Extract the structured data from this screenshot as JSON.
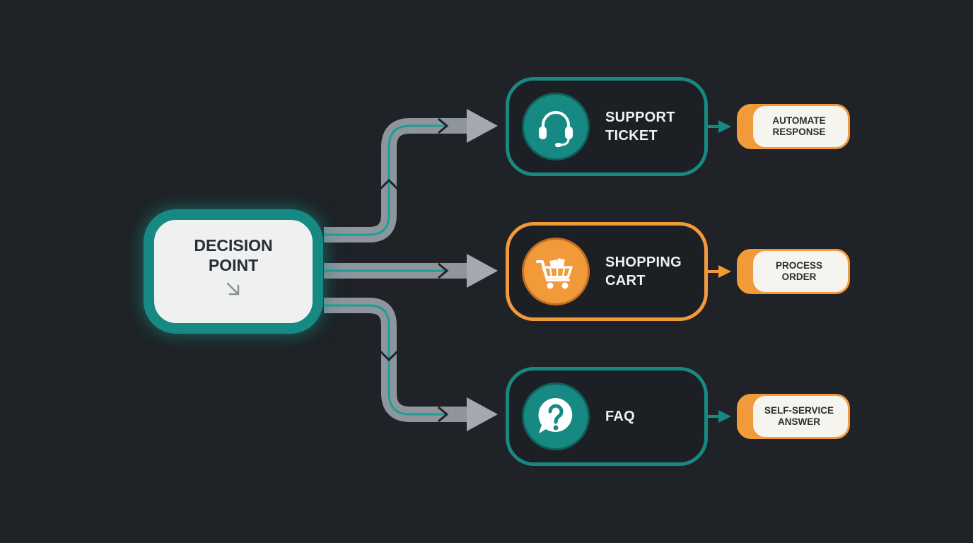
{
  "decision": {
    "title": "DECISION POINT",
    "icon": "arrow-down-right-icon"
  },
  "options": [
    {
      "label": "SUPPORT TICKET",
      "icon": "headset-icon",
      "accent": "#168a82"
    },
    {
      "label": "SHOPPING CART",
      "icon": "shopping-cart-icon",
      "accent": "#f2993a"
    },
    {
      "label": "FAQ",
      "icon": "question-bubble-icon",
      "accent": "#168a82"
    }
  ],
  "outcomes": [
    {
      "label": "AUTOMATE RESPONSE"
    },
    {
      "label": "PROCESS ORDER"
    },
    {
      "label": "SELF-SERVICE ANSWER"
    }
  ],
  "colors": {
    "background": "#1f2226",
    "teal": "#168a82",
    "orange": "#f2993a",
    "connector": "#9aa0a8"
  }
}
